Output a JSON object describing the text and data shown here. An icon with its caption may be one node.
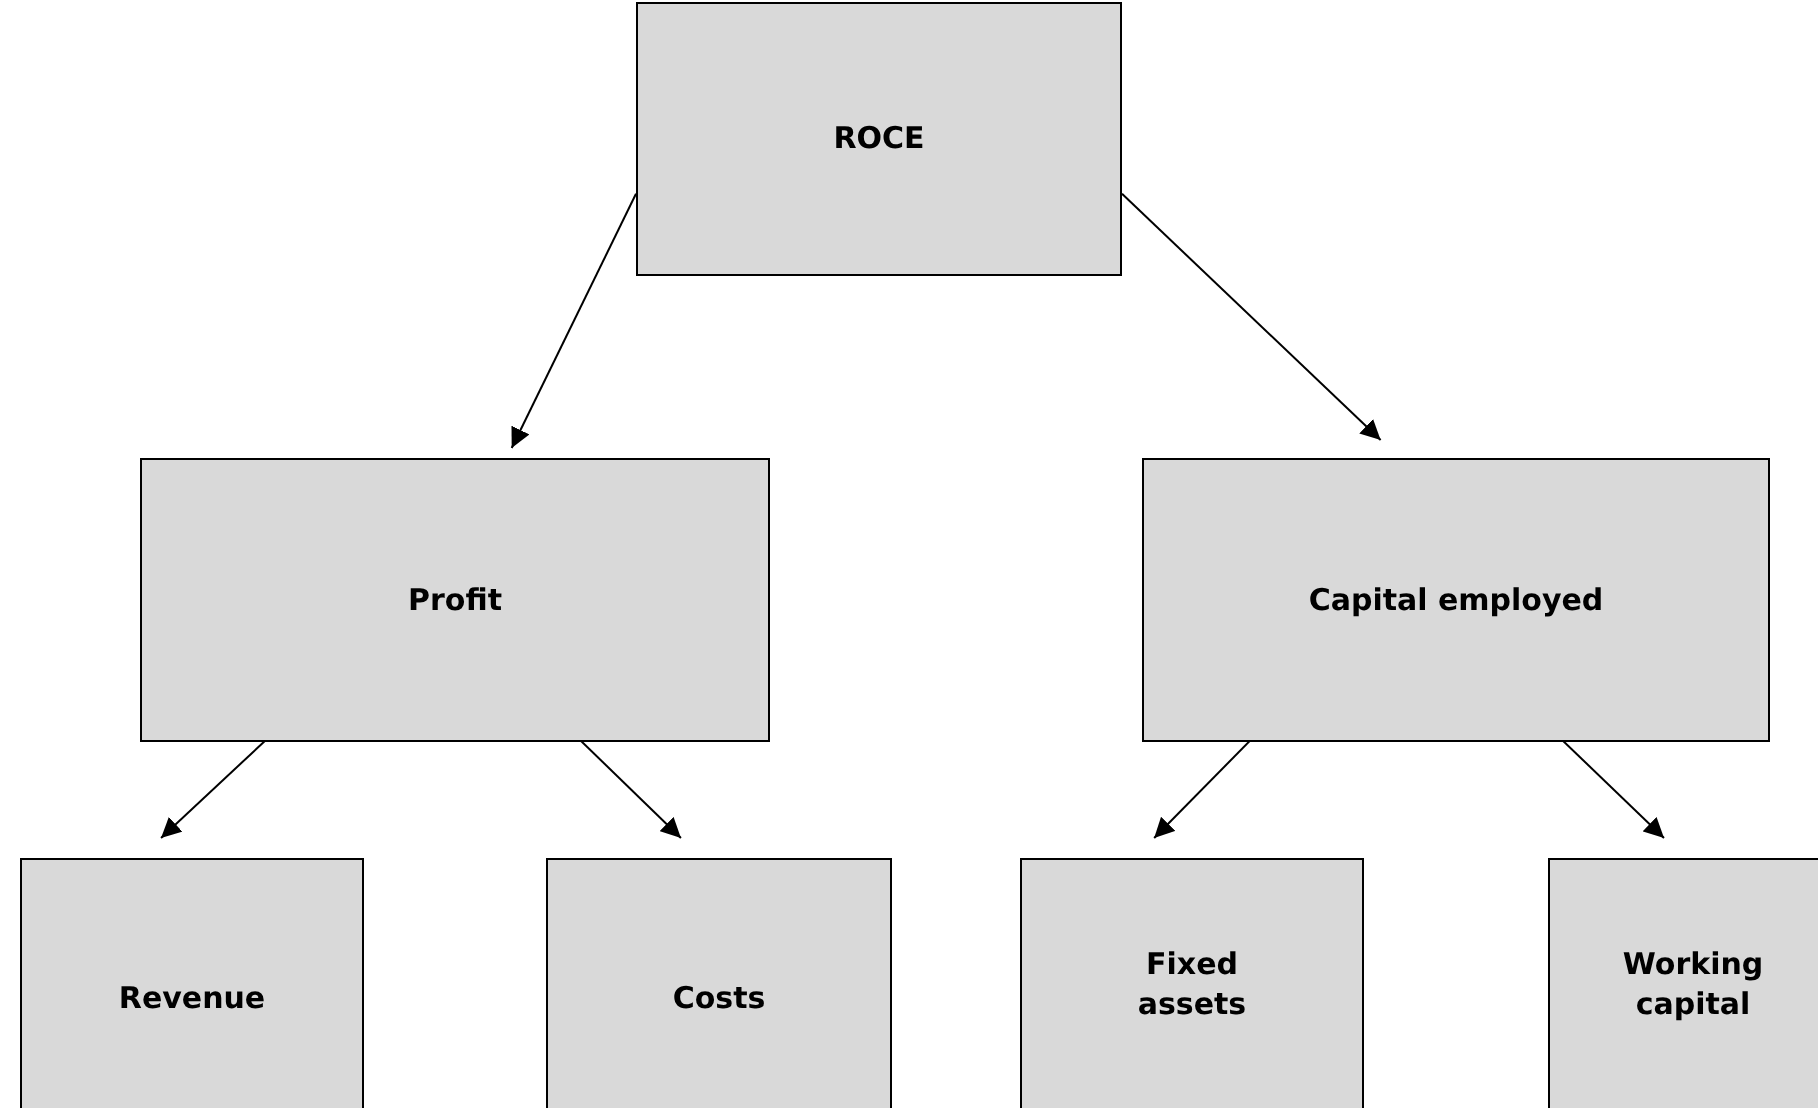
{
  "diagram": {
    "nodes": [
      {
        "text": [
          "ROCE"
        ]
      },
      {
        "text": [
          "Profit"
        ]
      },
      {
        "text": [
          "Capital employed"
        ]
      },
      {
        "text": [
          "Revenue"
        ]
      },
      {
        "text": [
          "Costs"
        ]
      },
      {
        "text": [
          "Fixed assets"
        ]
      },
      {
        "text": [
          "Working capital"
        ]
      }
    ],
    "edges": [
      {
        "from": 0,
        "to": 1,
        "arrow": "to"
      },
      {
        "from": 0,
        "to": 2,
        "arrow": "to"
      },
      {
        "from": 1,
        "to": 3,
        "arrow": "to"
      },
      {
        "from": 1,
        "to": 4,
        "arrow": "to"
      },
      {
        "from": 2,
        "to": 5,
        "arrow": "to"
      },
      {
        "from": 2,
        "to": 6,
        "arrow": "to"
      }
    ]
  }
}
